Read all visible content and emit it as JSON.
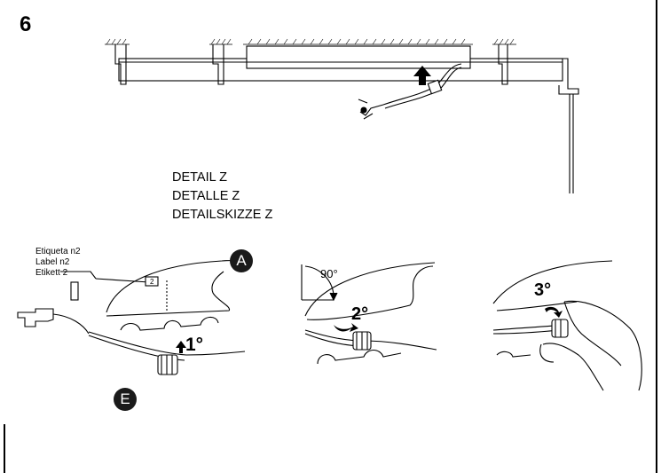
{
  "step": {
    "number": "6"
  },
  "detail": {
    "lines": [
      "DETAIL Z",
      "DETALLE Z",
      "DETAILSKIZZE Z"
    ]
  },
  "label_note": {
    "lines": [
      "Etiqueta n2",
      "Label n2",
      "Etikett 2"
    ],
    "tag": "2"
  },
  "callouts": {
    "a": "A",
    "e": "E"
  },
  "steps": {
    "first": "1°",
    "second": "2°",
    "third": "3°",
    "angle": "90°"
  }
}
